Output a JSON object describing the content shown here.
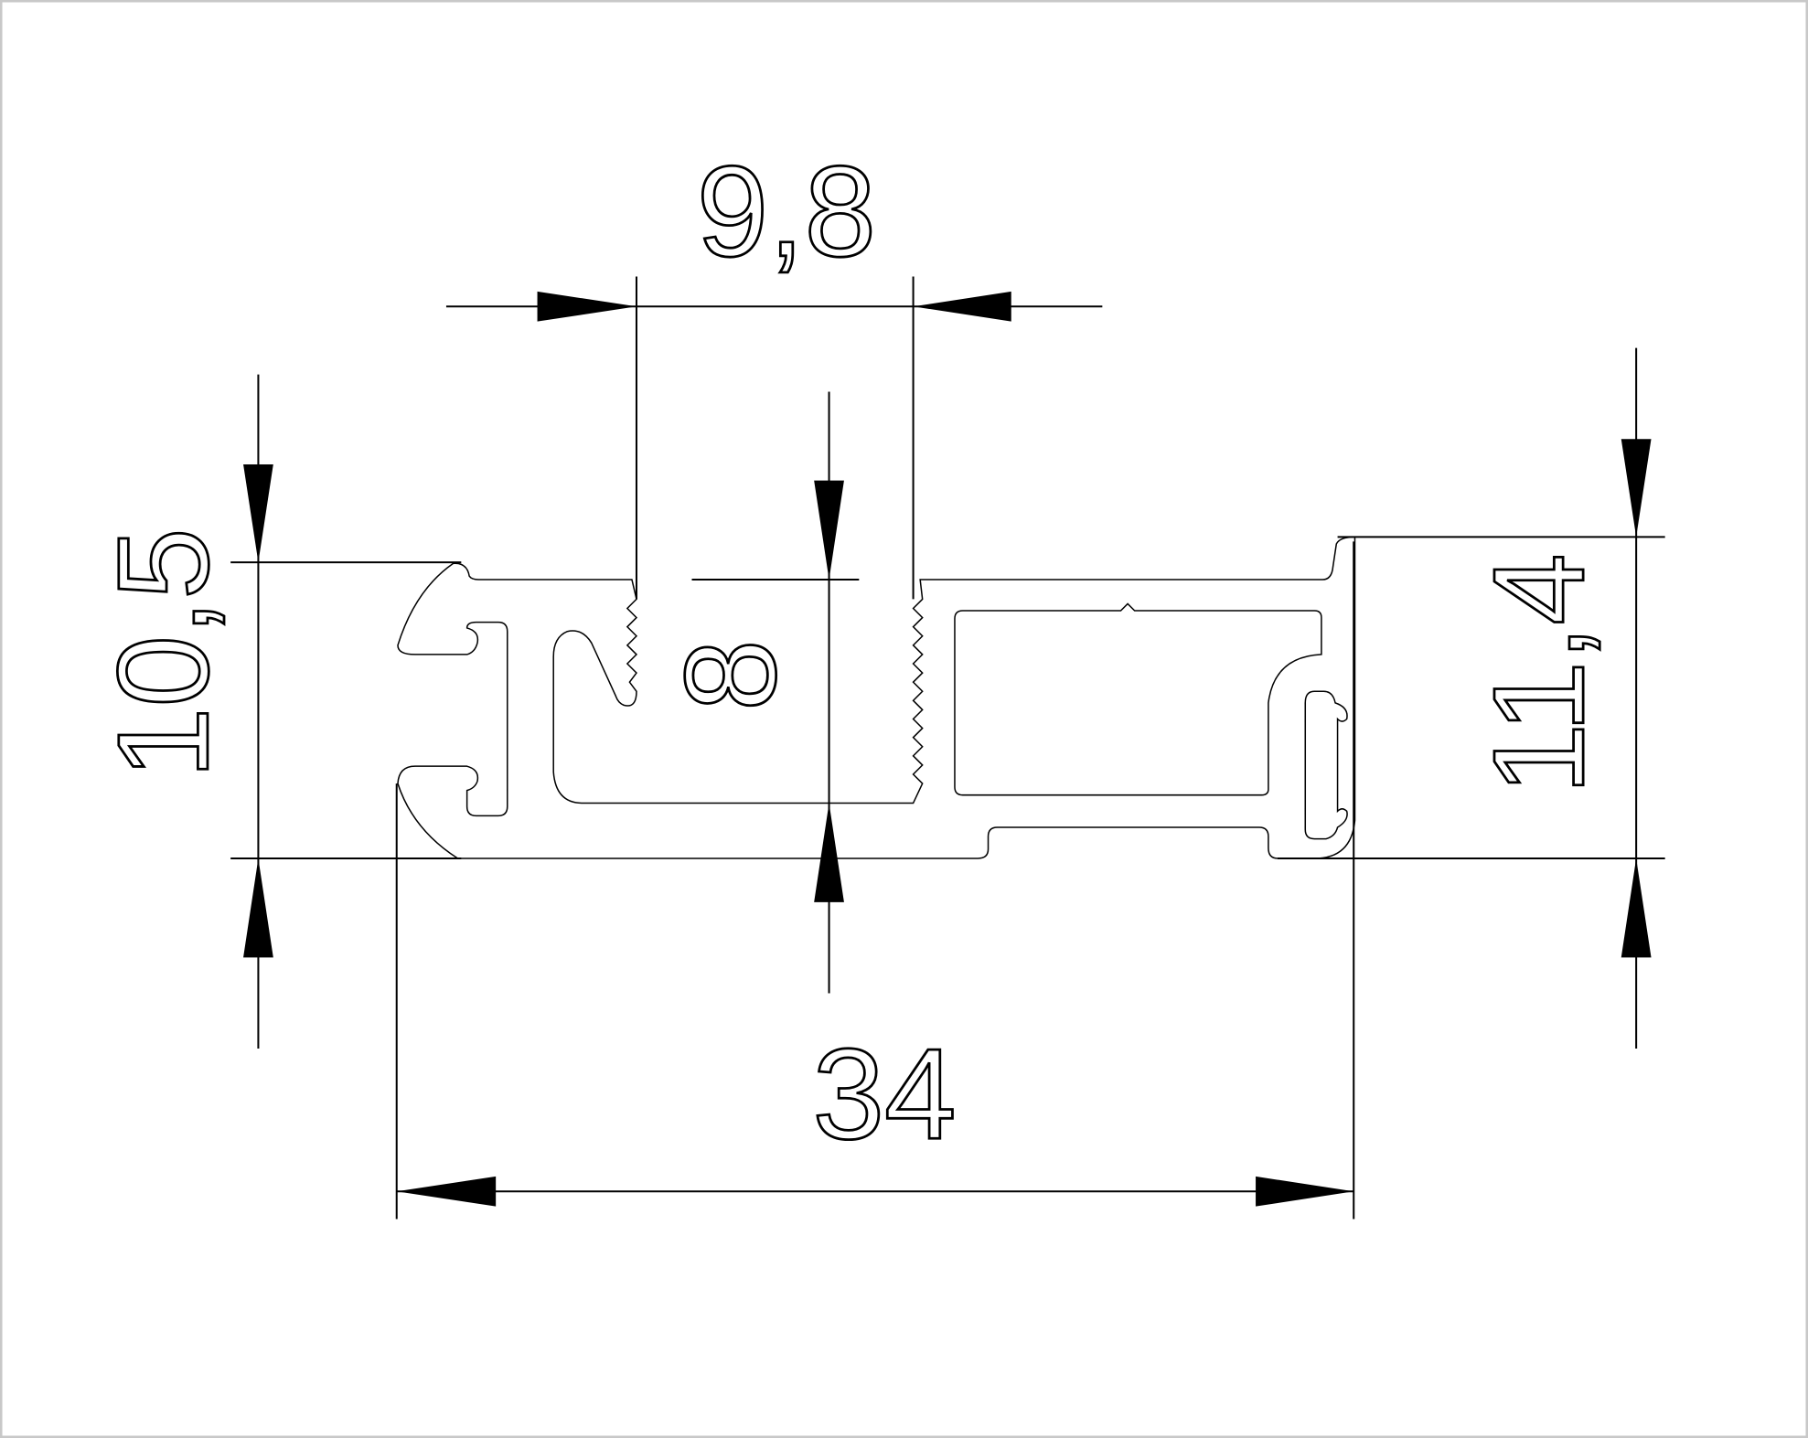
{
  "drawing": {
    "title": "Aluminium profile cross-section",
    "dimensions": {
      "top_width": "9,8",
      "left_height": "10,5",
      "center_height": "8",
      "right_height": "11,4",
      "overall_width": "34"
    },
    "colors": {
      "line": "#000000",
      "background": "#ffffff",
      "frame": "#c8c8c8"
    }
  }
}
